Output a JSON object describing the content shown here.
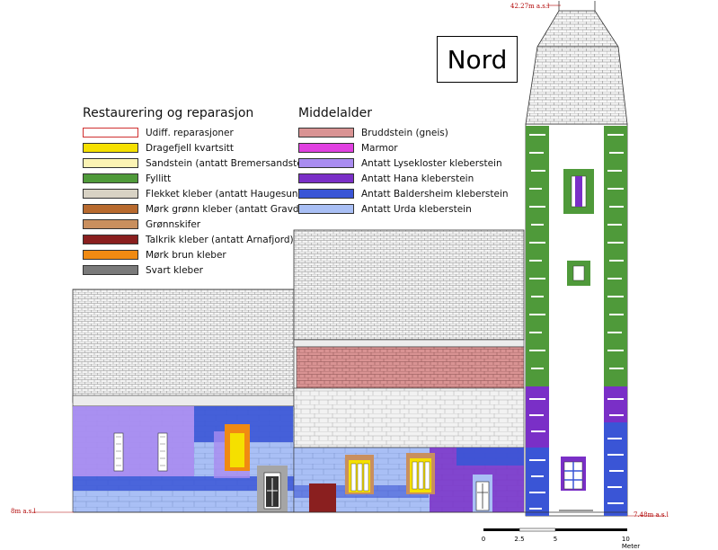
{
  "title": "Nord",
  "legend_restoration": {
    "heading": "Restaurering og reparasjon",
    "items": [
      {
        "label": "Udiff. reparasjoner",
        "color": "#ffffff",
        "border": "#d03030"
      },
      {
        "label": "Dragefjell kvartsitt",
        "color": "#f5e000"
      },
      {
        "label": "Sandstein (antatt Bremersandstein)",
        "color": "#fbf3b4"
      },
      {
        "label": "Fyllitt",
        "color": "#4f9a3a"
      },
      {
        "label": "Flekket kleber (antatt Haugesund)",
        "color": "#d8d2c4"
      },
      {
        "label": "Mørk grønn kleber (antatt Gravdal)",
        "color": "#b86a2e"
      },
      {
        "label": "Grønnskifer",
        "color": "#c98f5e"
      },
      {
        "label": "Talkrik kleber (antatt Arnafjord)",
        "color": "#8a1f1f"
      },
      {
        "label": "Mørk brun kleber",
        "color": "#f08a12"
      },
      {
        "label": "Svart kleber",
        "color": "#7a7a7a"
      }
    ]
  },
  "legend_medieval": {
    "heading": "Middelalder",
    "items": [
      {
        "label": "Bruddstein (gneis)",
        "color": "#d99393"
      },
      {
        "label": "Marmor",
        "color": "#e040e0"
      },
      {
        "label": "Antatt Lysekloster kleberstein",
        "color": "#a98cf0"
      },
      {
        "label": "Antatt Hana kleberstein",
        "color": "#7a2fc7"
      },
      {
        "label": "Antatt Baldersheim kleberstein",
        "color": "#3a55d6"
      },
      {
        "label": "Antatt Urda kleberstein",
        "color": "#a9bff5"
      }
    ]
  },
  "elevations": {
    "top": "42.27m a.s.l",
    "left": "8m a.s.l",
    "right": "7.48m a.s.l"
  },
  "scale_bar": {
    "ticks": [
      "0",
      "2.5",
      "5",
      "10 Meter"
    ]
  }
}
